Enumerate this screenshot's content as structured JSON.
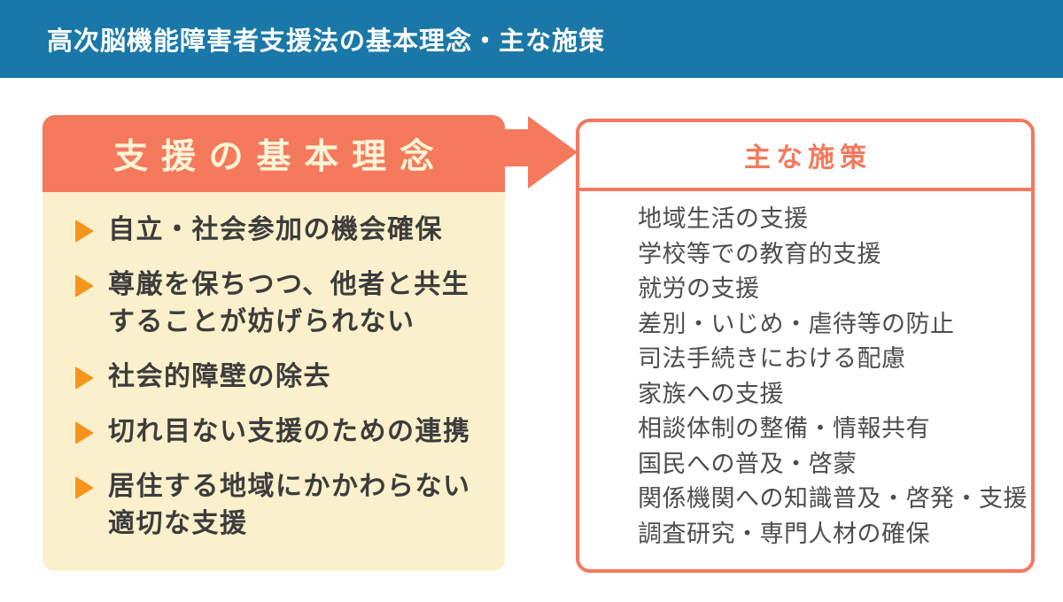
{
  "header": {
    "title": "高次脳機能障害者支援法の基本理念・主な施策"
  },
  "principles": {
    "title": "支援の基本理念",
    "bullet_icon": "triangle-right",
    "items": [
      "自立・社会参加の機会確保",
      "尊厳を保ちつつ、他者と共生\nすることが妨げられない",
      "社会的障壁の除去",
      "切れ目ない支援のための連携",
      "居住する地域にかかわらない\n適切な支援"
    ]
  },
  "flow": {
    "arrow_icon": "arrow-right"
  },
  "measures": {
    "title": "主な施策",
    "items": [
      "地域生活の支援",
      "学校等での教育的支援",
      "就労の支援",
      "差別・いじめ・虐待等の防止",
      "司法手続きにおける配慮",
      "家族への支援",
      "相談体制の整備・情報共有",
      "国民への普及・啓蒙",
      "関係機関への知識普及・啓発・支援",
      "調査研究・専門人材の確保"
    ]
  },
  "colors": {
    "blue": "#1A78A8",
    "coral": "#F5795C",
    "cream": "#FAF0CB",
    "cream_text": "#FCF4D6",
    "orange": "#F7941D",
    "text_dark": "#3C3C3C",
    "text_gray": "#4D4D4D"
  }
}
